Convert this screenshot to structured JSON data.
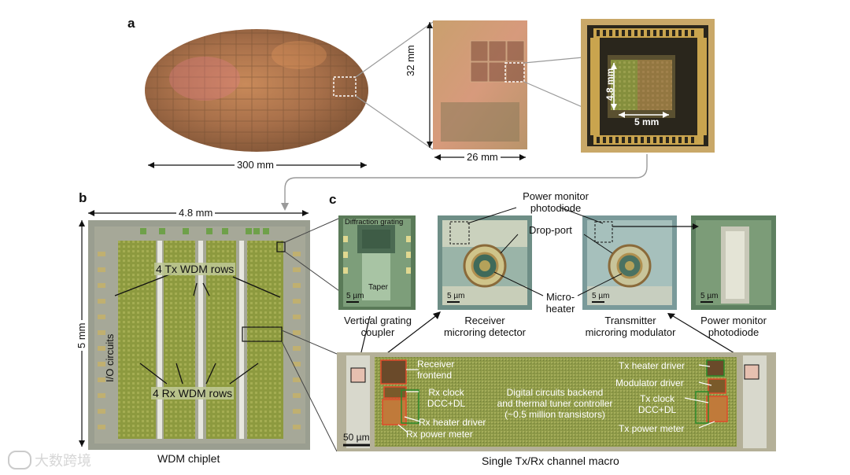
{
  "panel_a": {
    "letter": "a",
    "wafer_label": "300 mm",
    "reticle_width_label": "26 mm",
    "reticle_height_label": "32 mm",
    "die_height_label": "4.8 mm",
    "die_width_label": "5 mm"
  },
  "panel_b": {
    "letter": "b",
    "width_label": "4.8 mm",
    "height_label": "5 mm",
    "io_label": "I/O circuits",
    "tx_rows_label": "4 Tx WDM rows",
    "rx_rows_label": "4 Rx WDM rows",
    "caption": "WDM chiplet"
  },
  "panel_c": {
    "letter": "c",
    "grating": {
      "inner_title": "Diffraction grating",
      "taper": "Taper",
      "scale": "5 µm",
      "caption_line1": "Vertical grating",
      "caption_line2": "coupler"
    },
    "receiver": {
      "scale": "5 µm",
      "caption_line1": "Receiver",
      "caption_line2": "microring detector"
    },
    "transmitter": {
      "scale": "5 µm",
      "caption_line1": "Transmitter",
      "caption_line2": "microring modulator"
    },
    "monitor": {
      "scale": "5 µm",
      "caption_line1": "Power monitor",
      "caption_line2": "photodiode"
    },
    "callouts": {
      "power_monitor_line1": "Power monitor",
      "power_monitor_line2": "photodiode",
      "drop_port": "Drop-port",
      "micro_heater_line1": "Micro-",
      "micro_heater_line2": "heater"
    },
    "macro": {
      "receiver_frontend_line1": "Receiver",
      "receiver_frontend_line2": "frontend",
      "rx_clock_line1": "Rx clock",
      "rx_clock_line2": "DCC+DL",
      "rx_heater": "Rx heater driver",
      "rx_power": "Rx power meter",
      "digital_line1": "Digital circuits backend",
      "digital_line2": "and thermal tuner controller",
      "digital_line3": "(~0.5 million transistors)",
      "tx_heater": "Tx heater driver",
      "modulator": "Modulator driver",
      "tx_clock_line1": "Tx clock",
      "tx_clock_line2": "DCC+DL",
      "tx_power": "Tx power meter",
      "scale": "50 µm",
      "caption": "Single Tx/Rx channel macro"
    }
  },
  "watermark": "大数跨境"
}
